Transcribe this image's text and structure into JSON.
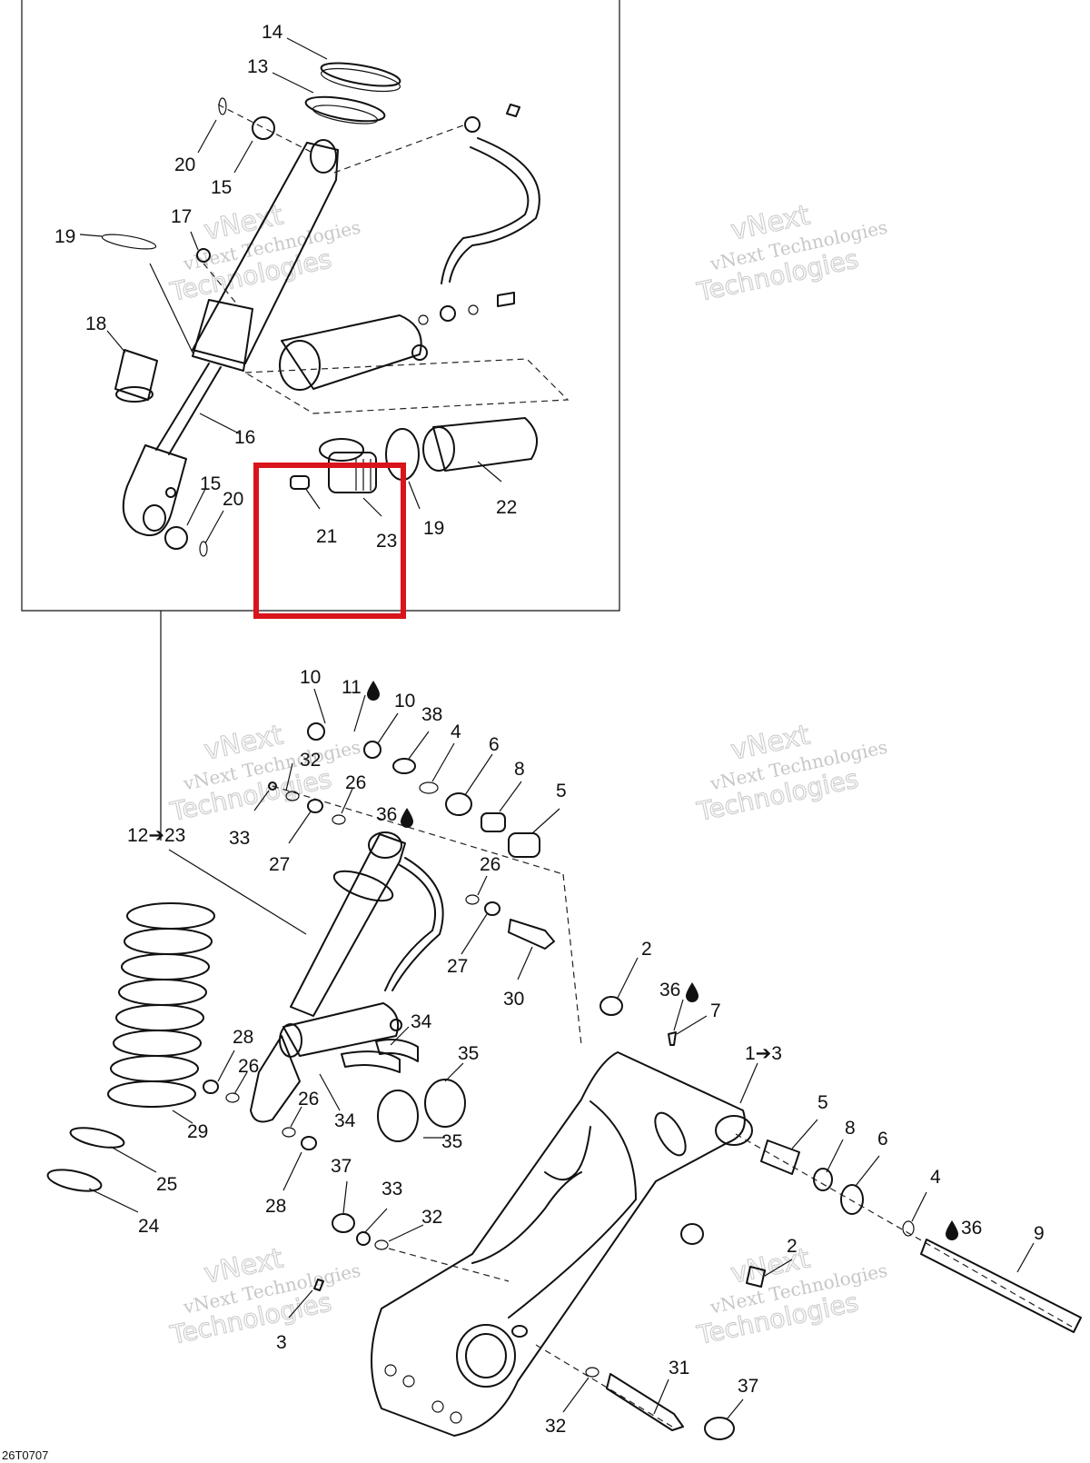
{
  "diagram_code": "26T0707",
  "watermark": {
    "line1": "vNext Technologies",
    "line2": "vNext",
    "line3": "Technologies"
  },
  "highlight_color": "#d9141a",
  "callouts": {
    "c14": "14",
    "c13": "13",
    "c20a": "20",
    "c15a": "15",
    "c17": "17",
    "c19a": "19",
    "c18": "18",
    "c16": "16",
    "c15b": "15",
    "c20b": "20",
    "c21": "21",
    "c23": "23",
    "c19b": "19",
    "c22": "22",
    "c10a": "10",
    "c11": "11",
    "c10b": "10",
    "c38": "38",
    "c4a": "4",
    "c6a": "6",
    "c8a": "8",
    "c5a": "5",
    "c32a": "32",
    "c26a": "26",
    "c36a": "36",
    "c33a": "33",
    "c27a": "27",
    "c12": "12➔23",
    "c26b": "26",
    "c27b": "27",
    "c30": "30",
    "c2a": "2",
    "c36b": "36",
    "c7": "7",
    "c1": "1➔3",
    "c28a": "28",
    "c34a": "34",
    "c35a": "35",
    "c26c": "26",
    "c26d": "26",
    "c29": "29",
    "c34b": "34",
    "c35b": "35",
    "c25": "25",
    "c37a": "37",
    "c33b": "33",
    "c28b": "28",
    "c32b": "32",
    "c24": "24",
    "c5b": "5",
    "c8b": "8",
    "c6b": "6",
    "c4b": "4",
    "c36c": "36",
    "c9": "9",
    "c2b": "2",
    "c3": "3",
    "c31": "31",
    "c37b": "37",
    "c32c": "32"
  },
  "icons": [
    "oil-drop-icon"
  ]
}
